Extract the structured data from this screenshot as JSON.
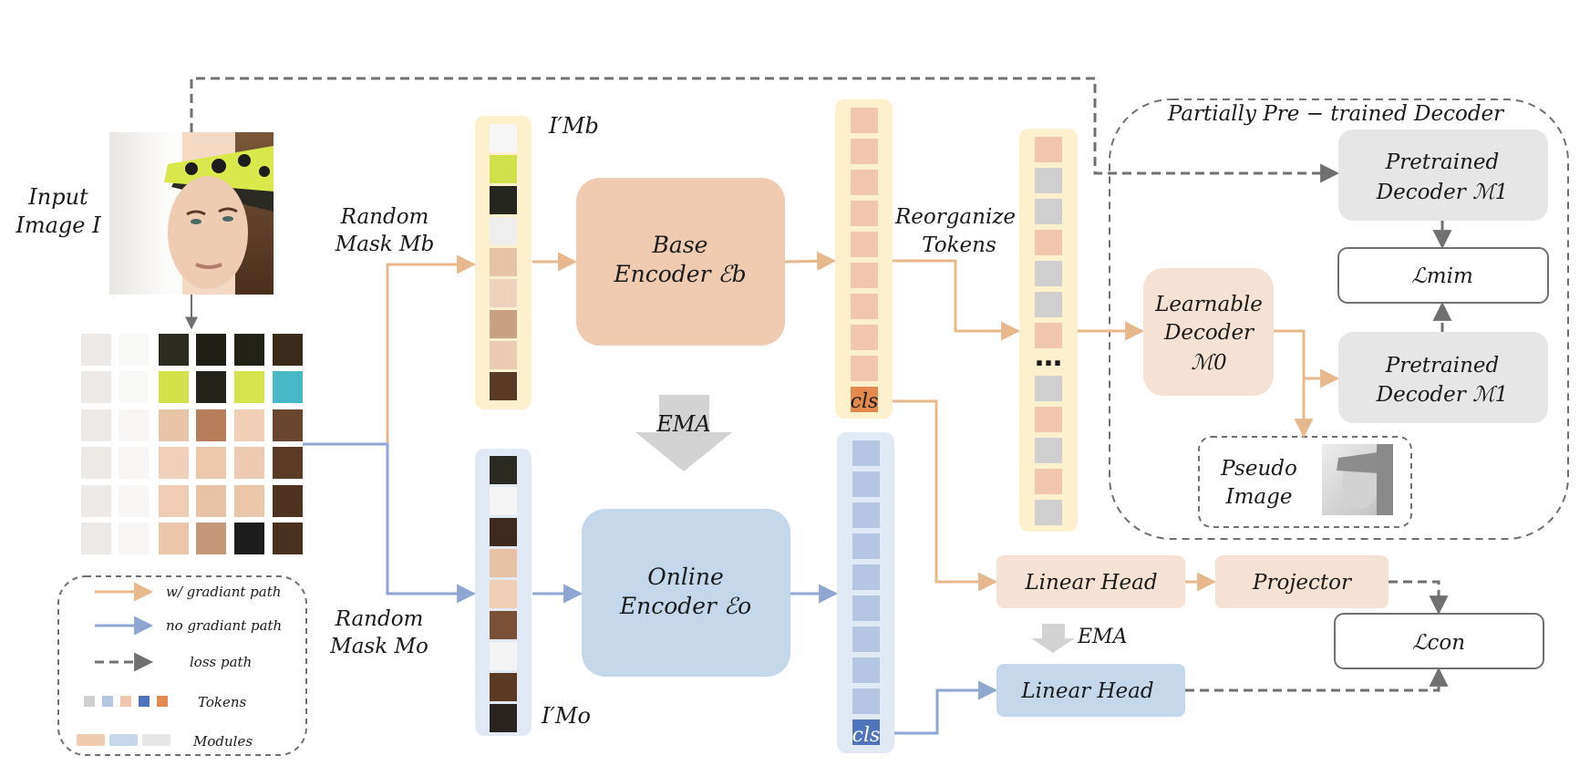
{
  "colors": {
    "orange_arrow": "#E8B88C",
    "blue_arrow": "#8FA6D3",
    "loss_dash": "#707070",
    "base_module": "#F0CBB0",
    "online_module": "#C4D7EB",
    "light_orange_module": "#F6E2D4",
    "gray_module": "#E6E6E6",
    "token_gray": "#CFCFCF",
    "token_light_blue": "#B4C6E3",
    "token_peach": "#F2C6AC",
    "token_dark_blue": "#4E74BE",
    "token_orange": "#E58A4E",
    "yellow_band": "#FDF0CD",
    "blue_band": "#E1EAF4"
  },
  "labels": {
    "input_image": [
      "Input",
      "Image I"
    ],
    "random_mask_b": [
      "Random",
      "Mask Mb"
    ],
    "random_mask_o": [
      "Random",
      "Mask Mo"
    ],
    "i_mb": "I′Mb",
    "i_mo": "I′Mo",
    "base_encoder": [
      "Base",
      "Encoder ℰb"
    ],
    "online_encoder": [
      "Online",
      "Encoder ℰo"
    ],
    "ema_big": "EMA",
    "ema_small": "EMA",
    "cls_top": "cls",
    "cls_bottom": "cls",
    "reorganize_tokens": [
      "Reorganize",
      "Tokens"
    ],
    "ellipsis": "…",
    "partial_decoder_title": "Partially Pre − trained Decoder",
    "pretrained_decoder_1": [
      "Pretrained",
      "Decoder ℳ1"
    ],
    "pretrained_decoder_2": [
      "Pretrained",
      "Decoder ℳ1"
    ],
    "learnable_decoder": [
      "Learnable",
      "Decoder",
      "ℳ0"
    ],
    "l_mim": "ℒmim",
    "pseudo_image": [
      "Pseudo",
      "Image"
    ],
    "linear_head_top": "Linear Head",
    "linear_head_bottom": "Linear Head",
    "projector": "Projector",
    "l_con": "ℒcon"
  },
  "legend": {
    "grad_path": "w/ gradiant path",
    "no_grad_path": "no gradiant path",
    "loss_path": "loss path",
    "tokens": "Tokens",
    "modules": "Modules"
  }
}
